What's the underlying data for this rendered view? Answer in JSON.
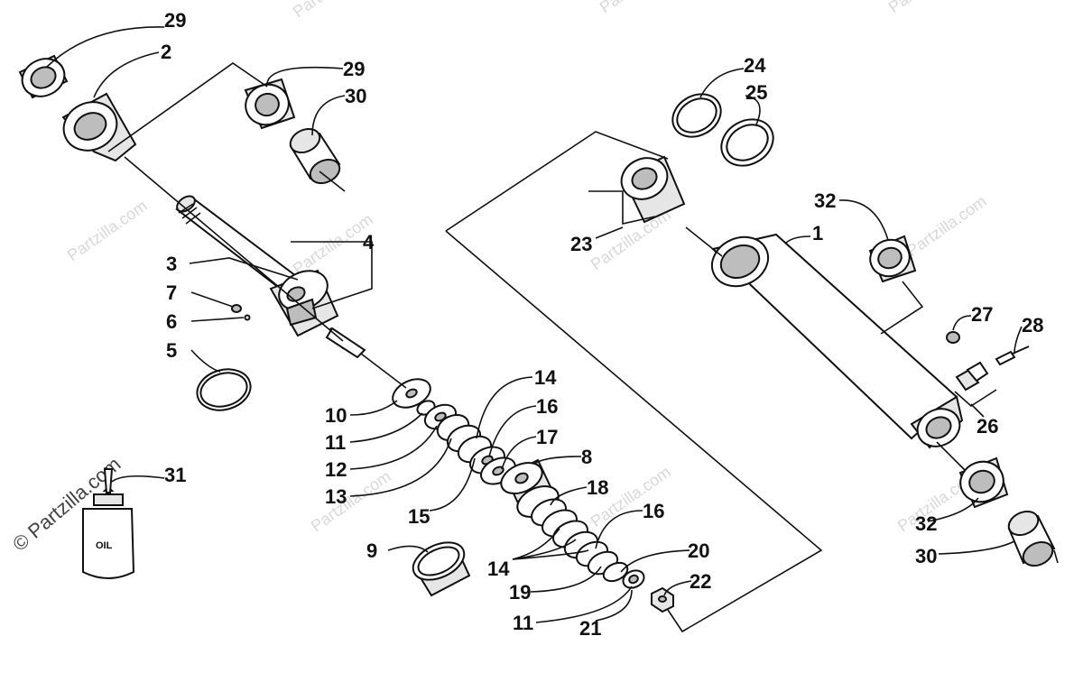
{
  "watermark": "Partzilla.com",
  "watermark_symbol": "©",
  "oil_bottle_label": "OIL",
  "callouts": {
    "p1": "1",
    "p2": "2",
    "p3": "3",
    "p4": "4",
    "p5": "5",
    "p6": "6",
    "p7": "7",
    "p8": "8",
    "p9": "9",
    "p10": "10",
    "p11a": "11",
    "p11b": "11",
    "p12": "12",
    "p13": "13",
    "p14a": "14",
    "p14b": "14",
    "p15": "15",
    "p16a": "16",
    "p16b": "16",
    "p17": "17",
    "p18": "18",
    "p19": "19",
    "p20": "20",
    "p21": "21",
    "p22": "22",
    "p23": "23",
    "p24": "24",
    "p25": "25",
    "p26": "26",
    "p27": "27",
    "p28": "28",
    "p29a": "29",
    "p29b": "29",
    "p30a": "30",
    "p30b": "30",
    "p31": "31",
    "p32a": "32",
    "p32b": "32"
  }
}
